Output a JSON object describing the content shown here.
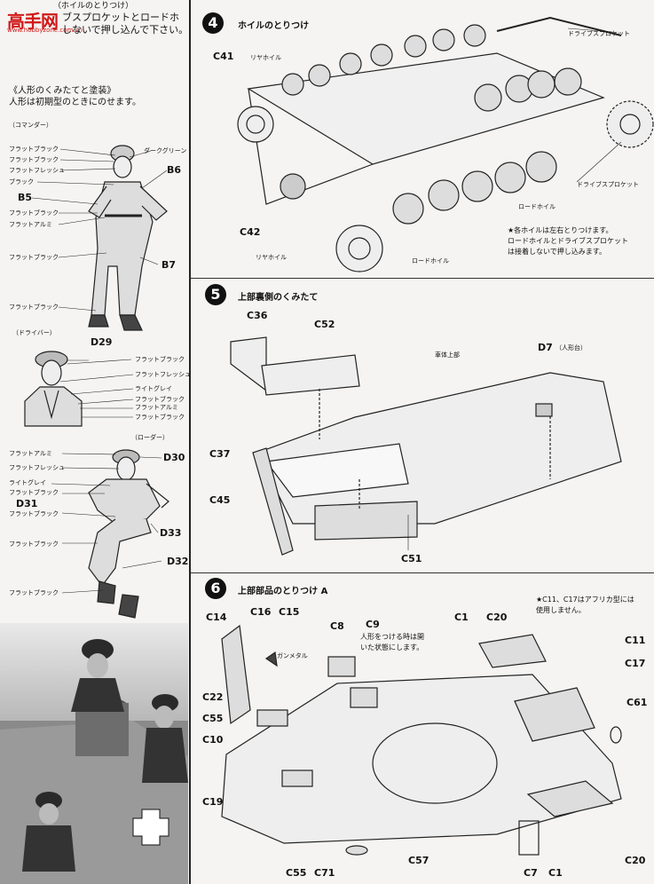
{
  "watermark": {
    "logo": "高手网",
    "url": "www.hobbyzone.com.cn"
  },
  "left": {
    "wheel_note": {
      "title": "（ホイルのとりつけ）",
      "line1": "ブスプロケットとロードホ",
      "line2": "しないで押し込んで下さい。"
    },
    "figures_title": "《人形のくみたてと塗装》",
    "figures_sub": "人形は初期型のときにのせます。",
    "commander": {
      "heading": "（コマンダー）",
      "labels": [
        "フラットブラック",
        "フラットブラック",
        "フラットフレッシュ",
        "ブラック",
        "フラットブラック",
        "フラットアルミ",
        "フラットブラック",
        "フラットブラック"
      ],
      "dark_green": "ダークグリーン",
      "codes": {
        "b6": "B6",
        "b5": "B5",
        "b7": "B7"
      }
    },
    "driver": {
      "heading": "（ドライバー）",
      "code": "D29",
      "labels": [
        "フラットブラック",
        "フラットフレッシュ",
        "ライトグレイ",
        "フラットブラック",
        "フラットアルミ",
        "フラットブラック"
      ]
    },
    "loader": {
      "heading": "（ローダー）",
      "labels": [
        "フラットアルミ",
        "フラットフレッシュ",
        "ライトグレイ",
        "フラットブラック",
        "フラットブラック",
        "フラットブラック",
        "フラットブラック"
      ],
      "codes": {
        "d30": "D30",
        "d31": "D31",
        "d33": "D33",
        "d32": "D32"
      }
    }
  },
  "step4": {
    "number": "4",
    "title": "ホイルのとりつけ",
    "labels": {
      "c41": "C41",
      "rear_wheel_top": "リヤホイル",
      "drive_sprocket_top": "ドライブスプロケット",
      "drive_sprocket_right": "ドライブスプロケット",
      "road_wheel_mid": "ロードホイル",
      "c42": "C42",
      "rear_wheel_bottom": "リヤホイル",
      "road_wheel_bottom": "ロードホイル"
    },
    "note": [
      "★各ホイルは左右とりつけます。",
      "ロードホイルとドライブスプロケット",
      "は接着しないで押し込みます。"
    ]
  },
  "step5": {
    "number": "5",
    "title": "上部裏側のくみたて",
    "labels": {
      "c36": "C36",
      "c52": "C52",
      "hull": "車体上部",
      "d7": "D7",
      "d7_note": "（人形台）",
      "c37": "C37",
      "c45": "C45",
      "c51": "C51"
    }
  },
  "step6": {
    "number": "6",
    "title": "上部部品のとりつけ A",
    "note": [
      "★C11、C17はアフリカ型には",
      "使用しません。"
    ],
    "figure_note": [
      "人形をつける時は開",
      "いた状態にします。"
    ],
    "gunmetal": "ガンメタル",
    "labels": {
      "c14": "C14",
      "c16": "C16",
      "c15": "C15",
      "c8": "C8",
      "c9": "C9",
      "c1_top": "C1",
      "c20_top": "C20",
      "c11": "C11",
      "c17": "C17",
      "c22": "C22",
      "c55_left": "C55",
      "c10": "C10",
      "c61": "C61",
      "c19": "C19",
      "c55_bottom": "C55",
      "c71": "C71",
      "c57": "C57",
      "c7": "C7",
      "c1_bottom": "C1",
      "c20_bottom": "C20"
    }
  }
}
